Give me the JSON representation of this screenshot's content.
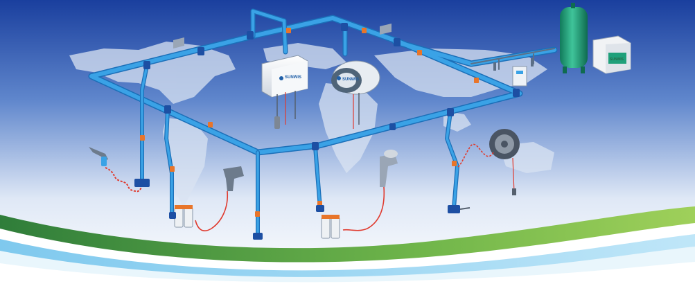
{
  "banner": {
    "brand_text_unit": "SUNWIS",
    "brand_text_reel": "SUNWIS",
    "compressor_badge": "SUNWIS"
  },
  "colors": {
    "sky_top": "#1a3f9e",
    "sky_bottom": "#ffffff",
    "map": "#d9e3f2",
    "pipe": "#3aa2e6",
    "pipe_dark": "#1b6fb8",
    "fitting": "#1d4fa3",
    "valve": "#e8752a",
    "hose": "#e03a2e",
    "tank": "#1fa07a",
    "wave_green": "#5da643",
    "wave_blue": "#5ab4e8"
  },
  "icons": [
    "world-map-icon",
    "air-tank-icon",
    "air-compressor-icon",
    "filter-dryer-icon",
    "hose-reel-box-icon",
    "hose-reel-drum-icon",
    "blow-gun-icon",
    "impact-wrench-icon",
    "spray-gun-icon",
    "frl-unit-icon",
    "open-hose-reel-icon"
  ]
}
